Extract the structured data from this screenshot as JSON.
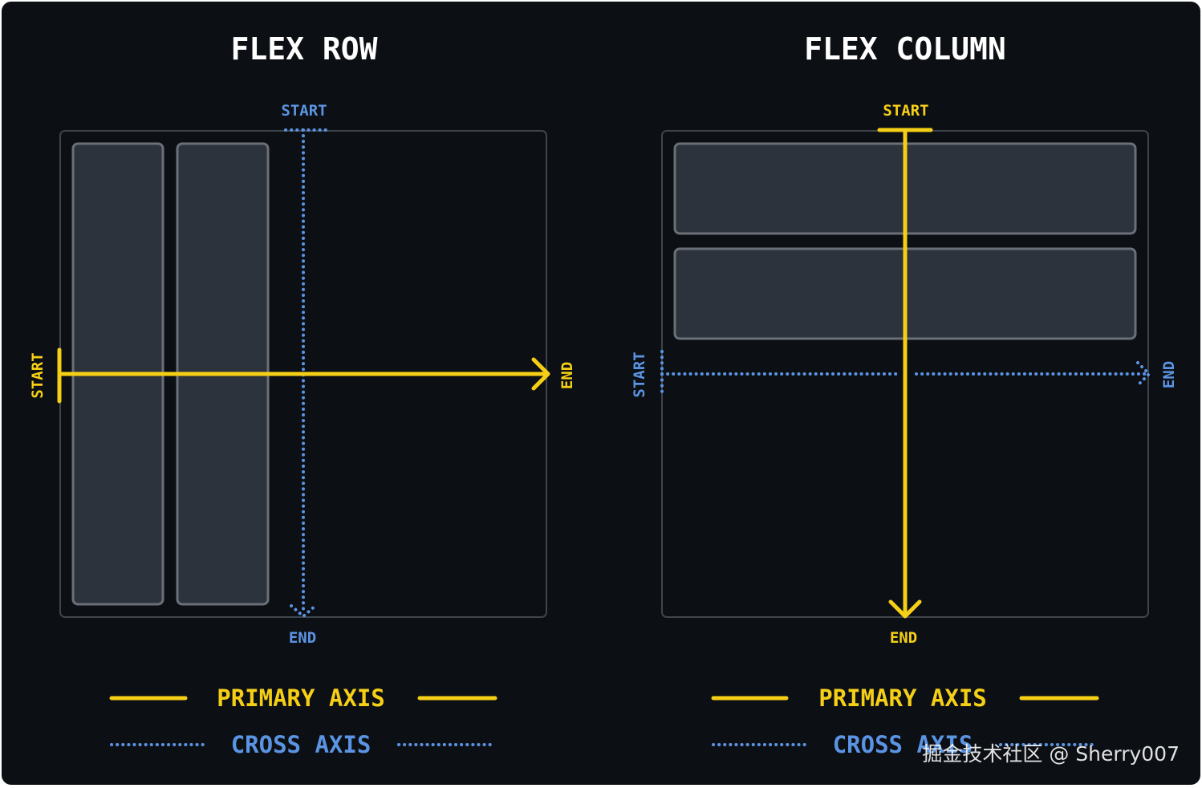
{
  "colors": {
    "background": "#0c0f14",
    "panel_border": "#3f454d",
    "item_fill": "#2d333c",
    "item_border": "#6b7078",
    "primary": "#f5cf16",
    "cross": "#5b94e2",
    "title": "#ffffff"
  },
  "flex_row": {
    "title": "FLEX ROW",
    "primary_start": "START",
    "primary_end": "END",
    "cross_start": "START",
    "cross_end": "END",
    "legend_primary": "PRIMARY AXIS",
    "legend_cross": "CROSS AXIS"
  },
  "flex_column": {
    "title": "FLEX COLUMN",
    "primary_start": "START",
    "primary_end": "END",
    "cross_start": "START",
    "cross_end": "END",
    "legend_primary": "PRIMARY AXIS",
    "legend_cross": "CROSS AXIS"
  },
  "watermark": "掘金技术社区 @ Sherry007"
}
